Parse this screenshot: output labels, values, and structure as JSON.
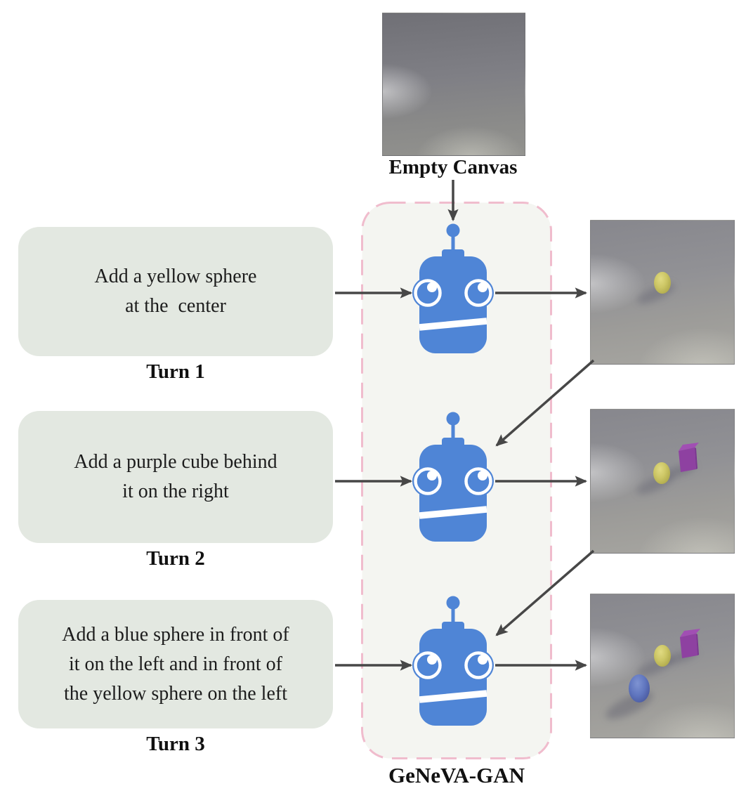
{
  "figure": {
    "empty_canvas_label": "Empty Canvas",
    "gan_label": "GeNeVA-GAN"
  },
  "turns": [
    {
      "label": "Turn 1",
      "instruction_lines": [
        "Add a yellow sphere",
        "at the  center"
      ]
    },
    {
      "label": "Turn 2",
      "instruction_lines": [
        "Add a purple cube behind",
        "it on the right"
      ]
    },
    {
      "label": "Turn 3",
      "instruction_lines": [
        "Add a blue sphere in front of",
        "it on the left and in front of",
        "the yellow sphere on the left"
      ]
    }
  ],
  "generated_images": [
    {
      "turn": "Turn 1",
      "objects": [
        "yellow sphere"
      ]
    },
    {
      "turn": "Turn 2",
      "objects": [
        "yellow sphere",
        "purple cube"
      ]
    },
    {
      "turn": "Turn 3",
      "objects": [
        "blue sphere",
        "yellow sphere",
        "purple cube"
      ]
    }
  ],
  "icons": {
    "robot": "robot-icon"
  },
  "colors": {
    "robot_blue": "#4f85d6",
    "gan_border_pink": "#f0bccd",
    "gan_fill": "#f4f5f1",
    "instruction_box_fill": "#e3e8e1",
    "arrow_gray": "#474747",
    "yellow_sphere": "#cdc766",
    "purple_cube_front": "#8e41a1",
    "purple_cube_top": "#a14fb3",
    "blue_sphere": "#6076bf"
  }
}
